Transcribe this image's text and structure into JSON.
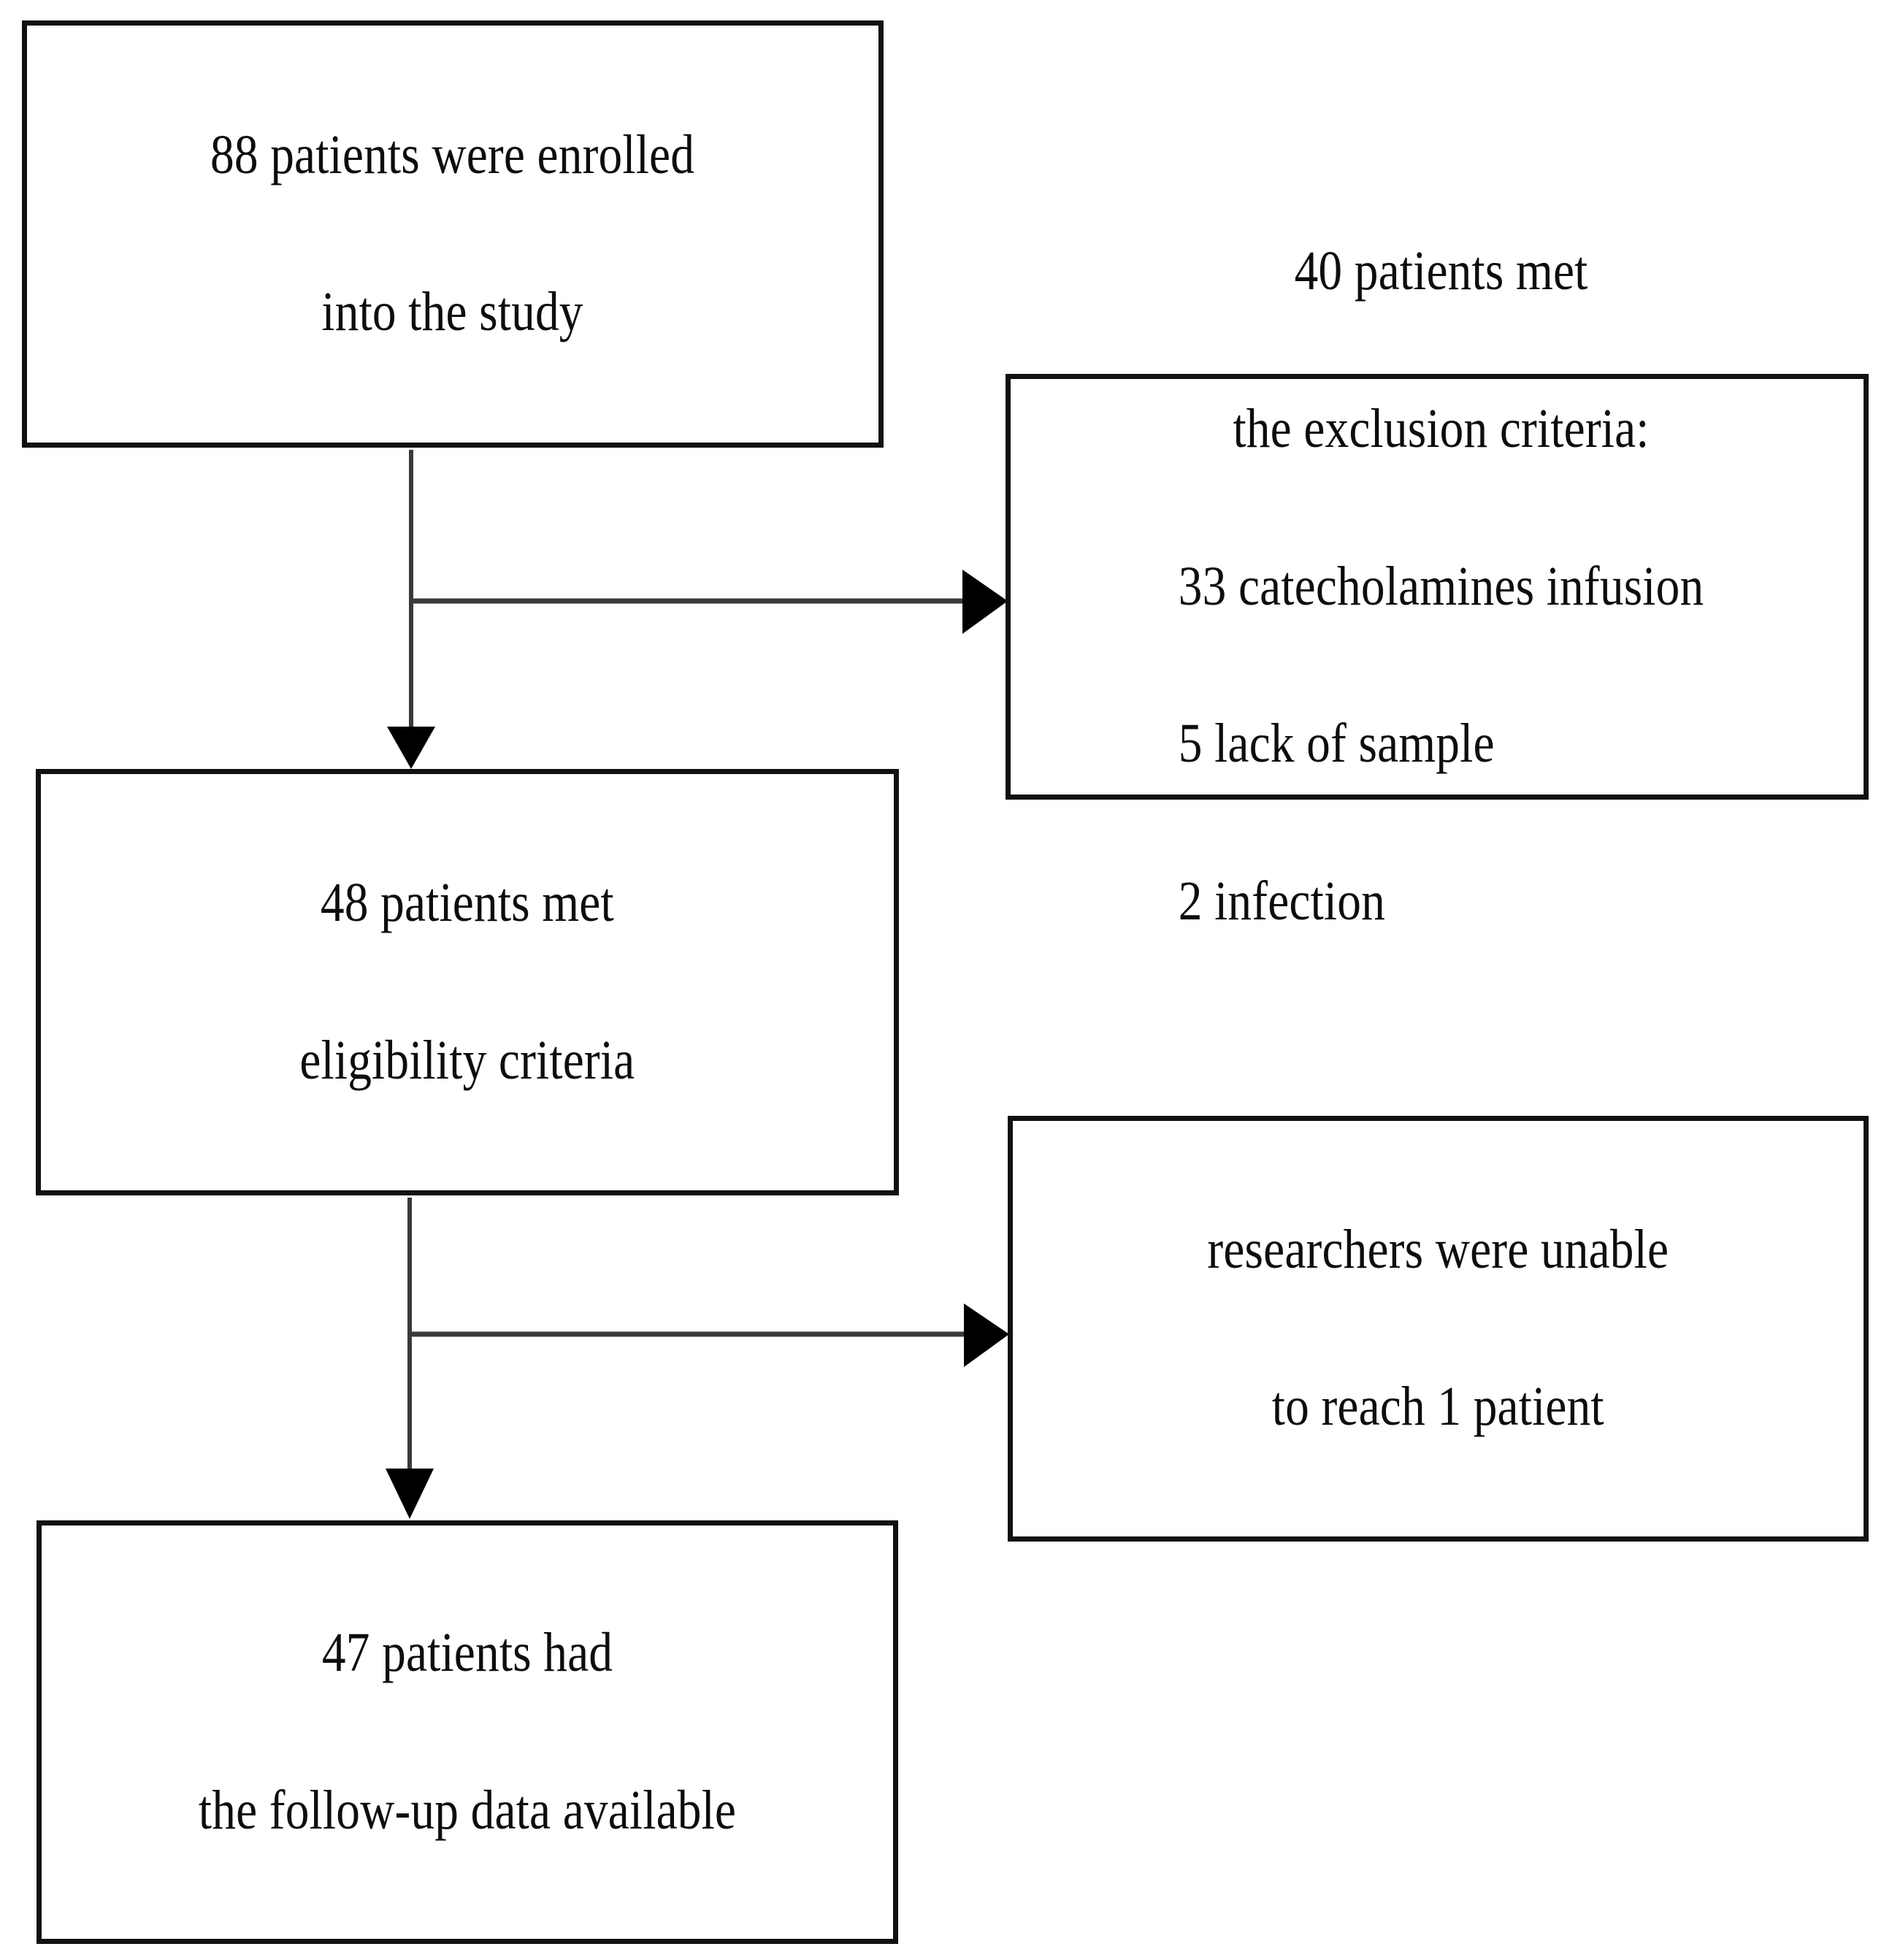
{
  "diagram": {
    "type": "flowchart",
    "title": "Patient enrollment flow diagram",
    "style": {
      "box_border_color": "#111111",
      "box_fill_color": "#ffffff",
      "connector_color": "#3a3a3a",
      "arrowhead_color": "#000000",
      "background_color": "#ffffff"
    },
    "nodes": [
      {
        "id": "enrolled",
        "label": "88 patients were enrolled\ninto the study",
        "lines": [
          "88 patients were enrolled",
          "into the study"
        ],
        "count": 88,
        "align": "center"
      },
      {
        "id": "exclusion",
        "label": "40 patients met\nthe exclusion criteria:\n33 catecholamines infusion\n5 lack of sample\n2 infection",
        "lines": [
          "40 patients met",
          "the exclusion criteria:",
          "33 catecholamines infusion",
          "5 lack of sample",
          "2 infection"
        ],
        "count": 40,
        "reasons": [
          {
            "count": 33,
            "reason": "catecholamines infusion"
          },
          {
            "count": 5,
            "reason": "lack of sample"
          },
          {
            "count": 2,
            "reason": "infection"
          }
        ],
        "align": "mixed"
      },
      {
        "id": "eligible",
        "label": "48 patients met\neligibility criteria",
        "lines": [
          "48 patients met",
          "eligibility criteria"
        ],
        "count": 48,
        "align": "center"
      },
      {
        "id": "unreached",
        "label": "researchers were unable\nto reach 1 patient",
        "lines": [
          "researchers were unable",
          "to reach 1 patient"
        ],
        "count": 1,
        "align": "center"
      },
      {
        "id": "followup",
        "label": "47 patients had\nthe follow-up data available",
        "lines": [
          "47 patients had",
          "the follow-up data available"
        ],
        "count": 47,
        "align": "center"
      }
    ],
    "edges": [
      {
        "from": "enrolled",
        "to": "eligible",
        "direction": "down"
      },
      {
        "from": "enrolled",
        "to": "exclusion",
        "direction": "right"
      },
      {
        "from": "eligible",
        "to": "followup",
        "direction": "down"
      },
      {
        "from": "eligible",
        "to": "unreached",
        "direction": "right"
      }
    ]
  }
}
